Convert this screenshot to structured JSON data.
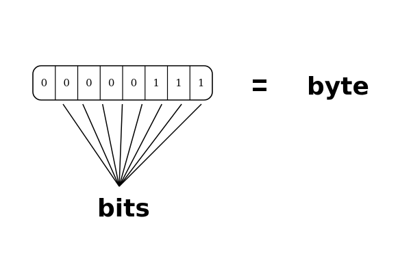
{
  "bits": [
    "0",
    "0",
    "0",
    "0",
    "0",
    "1",
    "1",
    "1"
  ],
  "equals_sign": "=",
  "result_label": "byte",
  "bits_label": "bits"
}
